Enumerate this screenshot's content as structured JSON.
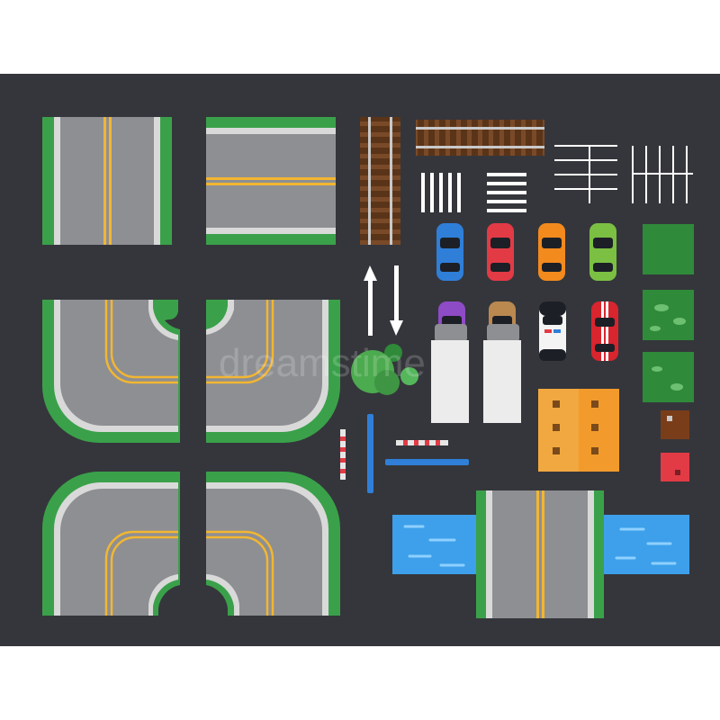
{
  "watermark": "dreamstime",
  "colors": {
    "background": "#ffffff",
    "board": "#35363b",
    "asphalt": "#8e8f93",
    "grass": "#3aa14a",
    "curb": "#d9d9d9",
    "lane_line": "#f2b631",
    "rail_wood": "#6b3f22",
    "water": "#3ea0ea",
    "building": "#f29b2c"
  },
  "icons": [
    "straight-road-vertical-tile",
    "straight-road-horizontal-tile",
    "curved-road-tile",
    "railway-track-icon",
    "crosswalk-icon",
    "parking-lines-icon",
    "car-icon",
    "police-car-icon",
    "truck-icon",
    "tree-icon",
    "grass-tile-icon",
    "building-icon",
    "barrier-icon",
    "bridge-icon",
    "river-icon"
  ]
}
